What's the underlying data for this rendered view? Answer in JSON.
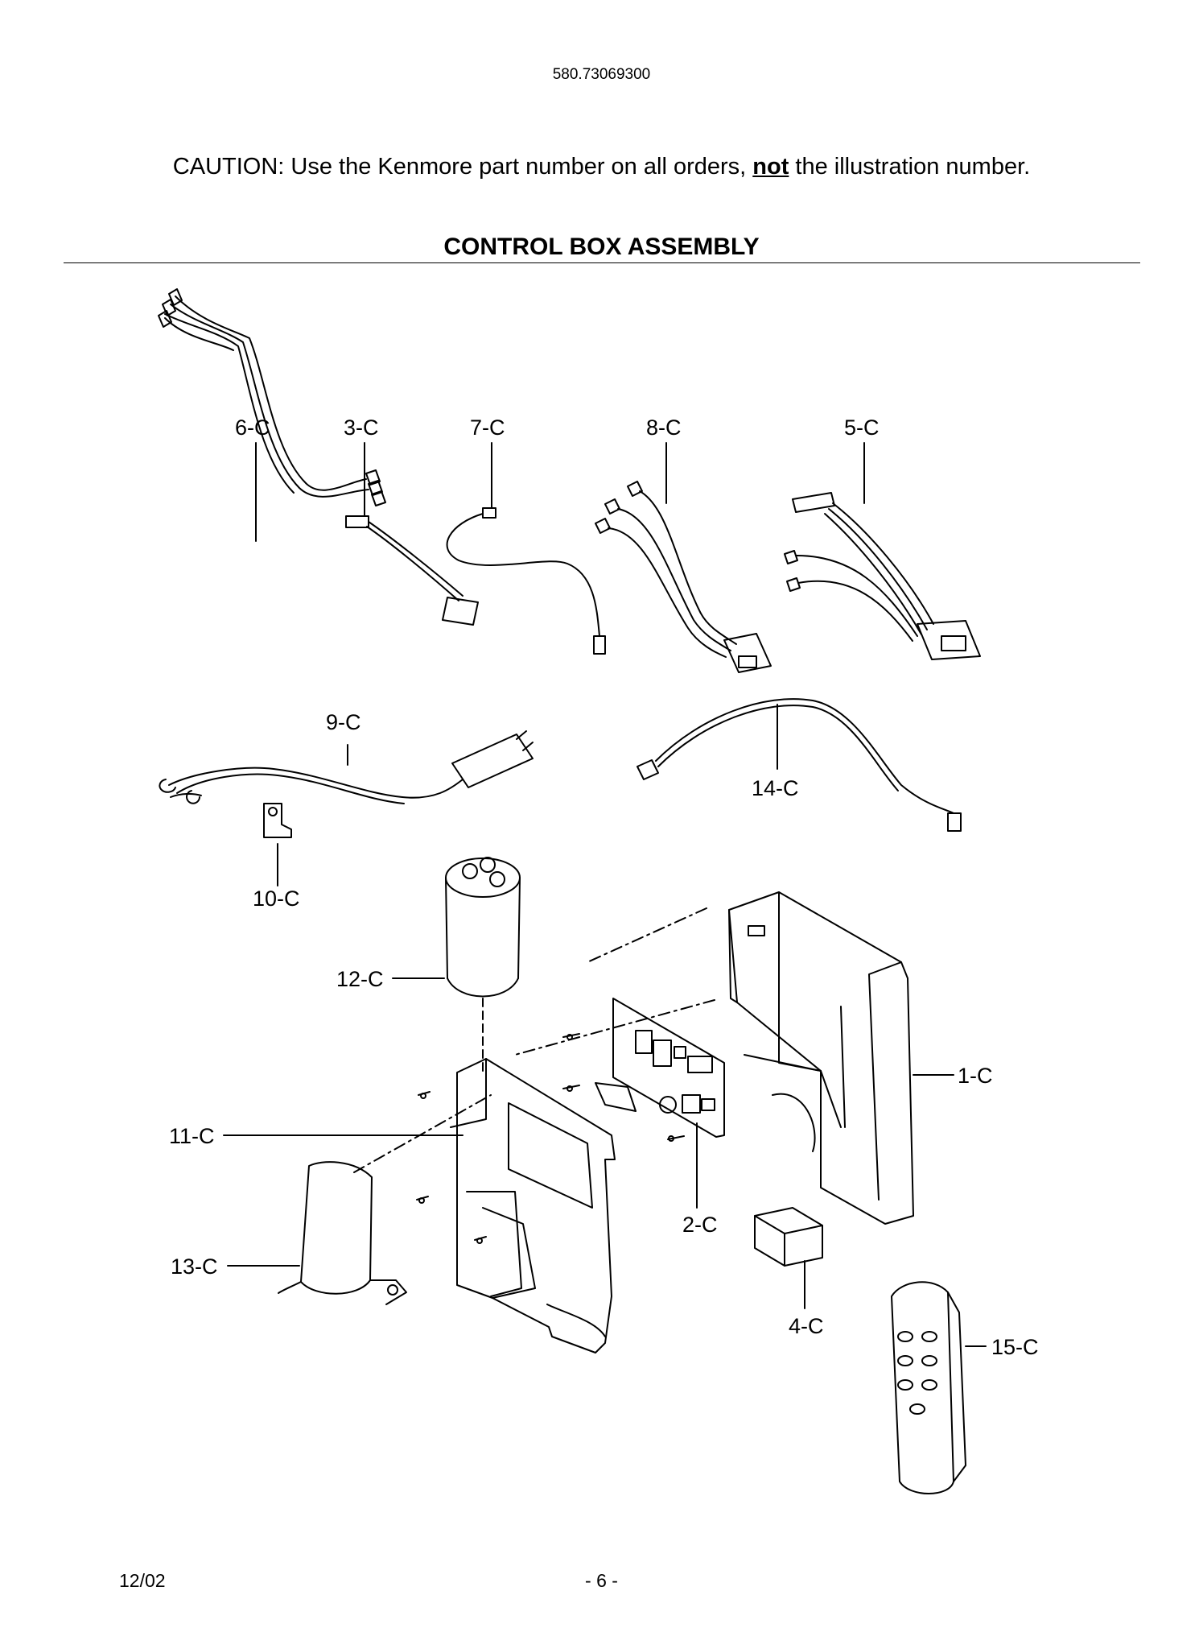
{
  "header": {
    "model_number": "580.73069300",
    "caution_prefix": "CAUTION: Use the Kenmore part number on all orders, ",
    "caution_emphasis": "not",
    "caution_suffix": " the illustration number.",
    "section_title": "CONTROL BOX ASSEMBLY"
  },
  "parts": [
    {
      "label": "6-C"
    },
    {
      "label": "3-C"
    },
    {
      "label": "7-C"
    },
    {
      "label": "8-C"
    },
    {
      "label": "5-C"
    },
    {
      "label": "9-C"
    },
    {
      "label": "14-C"
    },
    {
      "label": "10-C"
    },
    {
      "label": "12-C"
    },
    {
      "label": "1-C"
    },
    {
      "label": "11-C"
    },
    {
      "label": "2-C"
    },
    {
      "label": "13-C"
    },
    {
      "label": "4-C"
    },
    {
      "label": "15-C"
    }
  ],
  "footer": {
    "date": "12/02",
    "page": "- 6 -"
  }
}
